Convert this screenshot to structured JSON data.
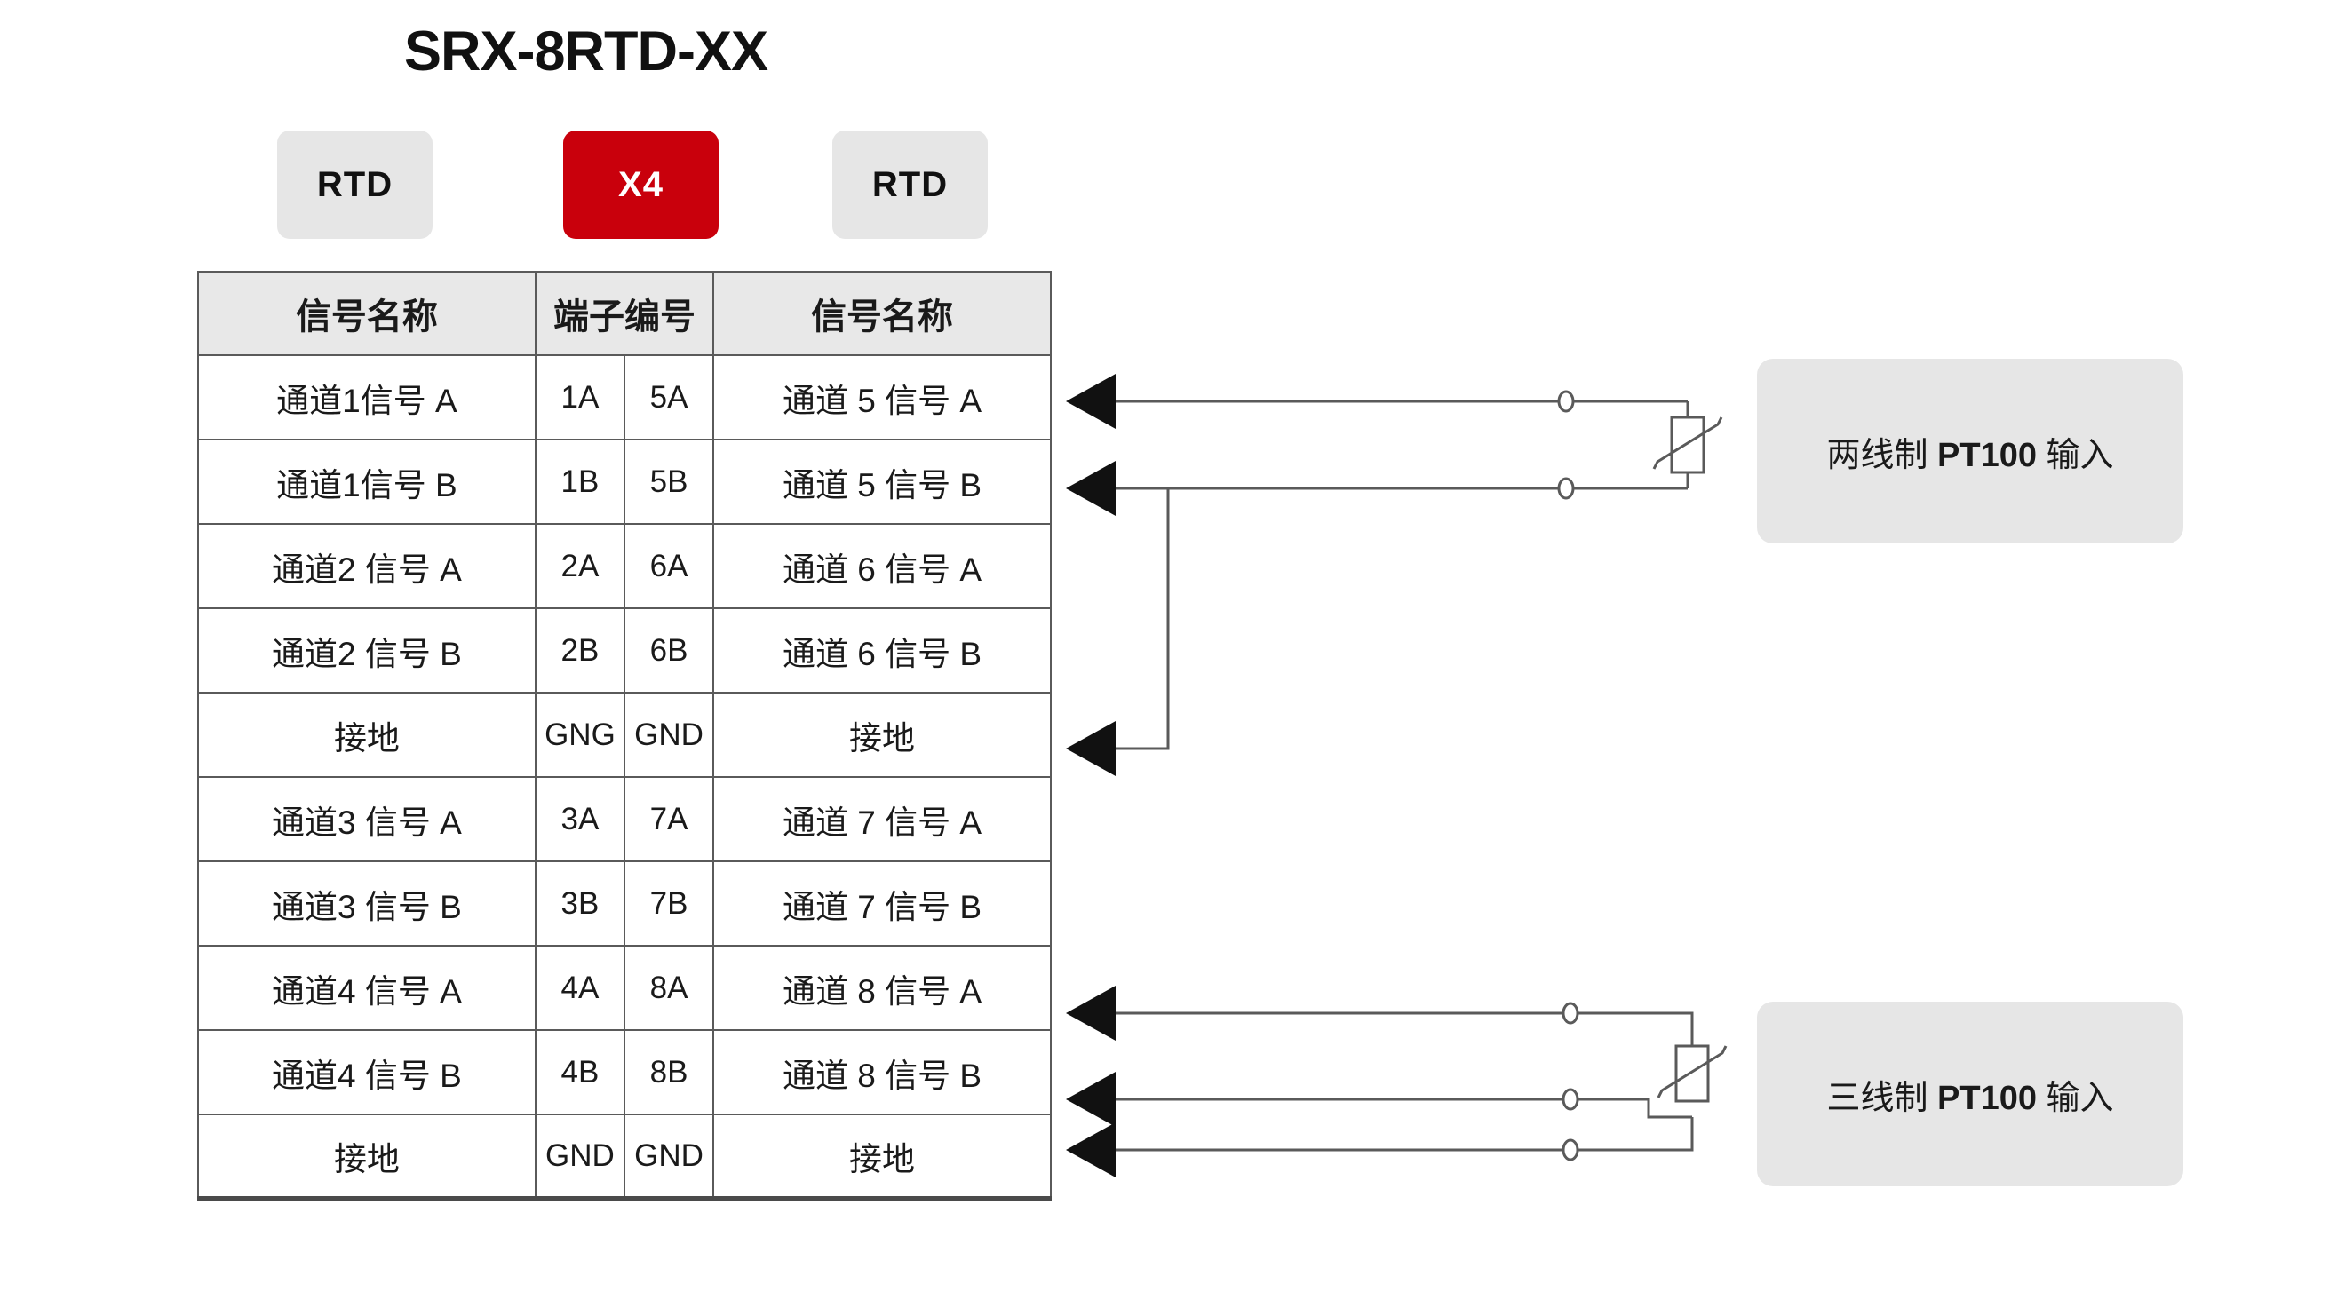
{
  "title": "SRX-8RTD-XX",
  "badges": [
    {
      "label": "RTD",
      "style": "gray"
    },
    {
      "label": "X4",
      "style": "red"
    },
    {
      "label": "RTD",
      "style": "gray"
    }
  ],
  "colors": {
    "badge_red": "#c9000c",
    "badge_gray": "#e6e6e6",
    "header_gray": "#e8e8e8",
    "note_gray": "#e6e6e6",
    "line": "#5a5a5a",
    "text": "#1a1a1a"
  },
  "table": {
    "headers": {
      "left_signal": "信号名称",
      "terminal": "端子编号",
      "right_signal": "信号名称"
    },
    "rows": [
      {
        "left_signal": "通道1信号 A",
        "left_term": "1A",
        "right_term": "5A",
        "right_signal": "通道 5 信号 A"
      },
      {
        "left_signal": "通道1信号 B",
        "left_term": "1B",
        "right_term": "5B",
        "right_signal": "通道 5 信号 B"
      },
      {
        "left_signal": "通道2 信号 A",
        "left_term": "2A",
        "right_term": "6A",
        "right_signal": "通道 6 信号 A"
      },
      {
        "left_signal": "通道2 信号 B",
        "left_term": "2B",
        "right_term": "6B",
        "right_signal": "通道 6 信号 B"
      },
      {
        "left_signal": "接地",
        "left_term": "GNG",
        "right_term": "GND",
        "right_signal": "接地"
      },
      {
        "left_signal": "通道3 信号 A",
        "left_term": "3A",
        "right_term": "7A",
        "right_signal": "通道 7 信号 A"
      },
      {
        "left_signal": "通道3 信号 B",
        "left_term": "3B",
        "right_term": "7B",
        "right_signal": "通道 7 信号 B"
      },
      {
        "left_signal": "通道4 信号 A",
        "left_term": "4A",
        "right_term": "8A",
        "right_signal": "通道 8 信号 A"
      },
      {
        "left_signal": "通道4 信号 B",
        "left_term": "4B",
        "right_term": "8B",
        "right_signal": "通道 8 信号 B"
      },
      {
        "left_signal": "接地",
        "left_term": "GND",
        "right_term": "GND",
        "right_signal": "接地"
      }
    ]
  },
  "notes": {
    "two_wire": {
      "prefix": "两线制 ",
      "emphasis": "PT100",
      "suffix": " 输入"
    },
    "three_wire": {
      "prefix": "三线制 ",
      "emphasis": "PT100",
      "suffix": " 输入"
    }
  },
  "wiring": {
    "two_wire": {
      "connected_terminals": [
        "5A",
        "5B",
        "GND"
      ],
      "sensor": "rtd-resistor",
      "wire_count": 2
    },
    "three_wire": {
      "connected_terminals": [
        "8A",
        "8B",
        "GND"
      ],
      "sensor": "rtd-resistor",
      "wire_count": 3
    }
  }
}
